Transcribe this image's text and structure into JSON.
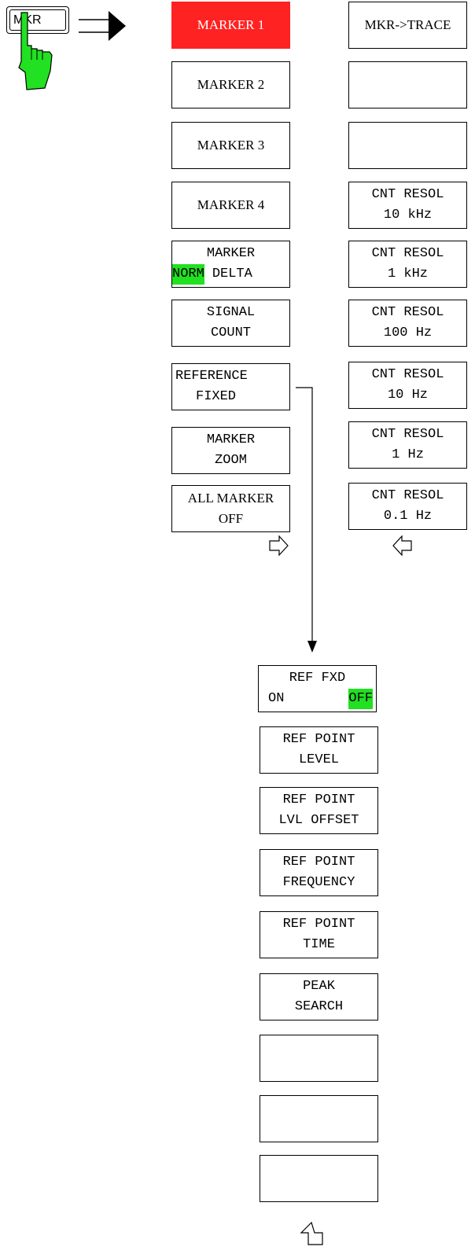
{
  "hardkey": {
    "label": "MKR",
    "icon": "pointing-hand-icon"
  },
  "colors": {
    "active": "#ff2222",
    "highlight": "#22e022",
    "hand": "#22e022"
  },
  "menu_main": [
    {
      "line1": "MARKER 1",
      "line2": "",
      "active": true
    },
    {
      "line1": "MARKER 2",
      "line2": ""
    },
    {
      "line1": "MARKER 3",
      "line2": ""
    },
    {
      "line1": "MARKER 4",
      "line2": ""
    },
    {
      "line1": "MARKER",
      "opt_left": "NORM",
      "opt_right": "DELTA",
      "selected": "NORM"
    },
    {
      "line1": "SIGNAL",
      "line2": "COUNT"
    },
    {
      "line1": "REFERENCE",
      "line2": "FIXED"
    },
    {
      "line1": "MARKER",
      "line2": "ZOOM"
    },
    {
      "line1": "ALL MARKER",
      "line2": "OFF"
    }
  ],
  "menu_side": [
    {
      "line1": "MKR->TRACE",
      "line2": ""
    },
    {
      "line1": "",
      "line2": ""
    },
    {
      "line1": "",
      "line2": ""
    },
    {
      "line1": "CNT RESOL",
      "line2": "10 kHz"
    },
    {
      "line1": "CNT RESOL",
      "line2": "1 kHz"
    },
    {
      "line1": "CNT RESOL",
      "line2": "100 Hz"
    },
    {
      "line1": "CNT RESOL",
      "line2": "10 Hz"
    },
    {
      "line1": "CNT RESOL",
      "line2": "1 Hz"
    },
    {
      "line1": "CNT RESOL",
      "line2": "0.1 Hz"
    }
  ],
  "menu_sub": [
    {
      "line1": "REF FXD",
      "opt_left": "ON",
      "opt_right": "OFF",
      "selected": "OFF"
    },
    {
      "line1": "REF POINT",
      "line2": "LEVEL"
    },
    {
      "line1": "REF POINT",
      "line2": "LVL OFFSET"
    },
    {
      "line1": "REF POINT",
      "line2": "FREQUENCY"
    },
    {
      "line1": "REF POINT",
      "line2": "TIME"
    },
    {
      "line1": "PEAK",
      "line2": "SEARCH"
    },
    {
      "line1": "",
      "line2": ""
    },
    {
      "line1": "",
      "line2": ""
    },
    {
      "line1": "",
      "line2": ""
    }
  ]
}
